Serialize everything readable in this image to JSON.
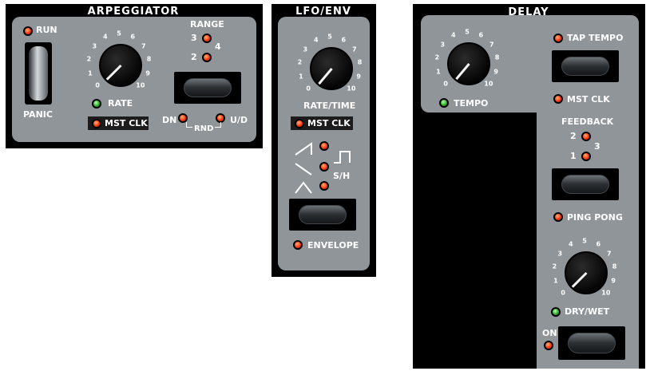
{
  "arpeggiator": {
    "title": "ARPEGGIATOR",
    "run": "RUN",
    "panic": "PANIC",
    "range_label": "RANGE",
    "range_opts": [
      "2",
      "3",
      "4"
    ],
    "rate": "RATE",
    "mst_clk": "MST CLK",
    "dn": "DN",
    "ud": "U/D",
    "rnd": "RND",
    "scale": [
      "0",
      "1",
      "2",
      "3",
      "4",
      "5",
      "6",
      "7",
      "8",
      "9",
      "10"
    ]
  },
  "lfo": {
    "title": "LFO/ENV",
    "rate_time": "RATE/TIME",
    "mst_clk": "MST CLK",
    "sh": "S/H",
    "envelope": "ENVELOPE",
    "scale": [
      "0",
      "1",
      "2",
      "3",
      "4",
      "5",
      "6",
      "7",
      "8",
      "9",
      "10"
    ]
  },
  "delay": {
    "title": "DELAY",
    "tap_tempo": "TAP TEMPO",
    "mst_clk": "MST CLK",
    "tempo": "TEMPO",
    "feedback": "FEEDBACK",
    "fb_opts": [
      "1",
      "2",
      "3"
    ],
    "ping_pong": "PING PONG",
    "dry_wet": "DRY/WET",
    "on": "ON",
    "scale": [
      "0",
      "1",
      "2",
      "3",
      "4",
      "5",
      "6",
      "7",
      "8",
      "9",
      "10"
    ]
  },
  "colors": {
    "panel": "#000000",
    "face": "#8f9599",
    "led_red": "#ff3a12",
    "led_green": "#2fb02a"
  },
  "icons": [
    "saw-up-icon",
    "saw-down-icon",
    "triangle-icon",
    "square-icon"
  ]
}
